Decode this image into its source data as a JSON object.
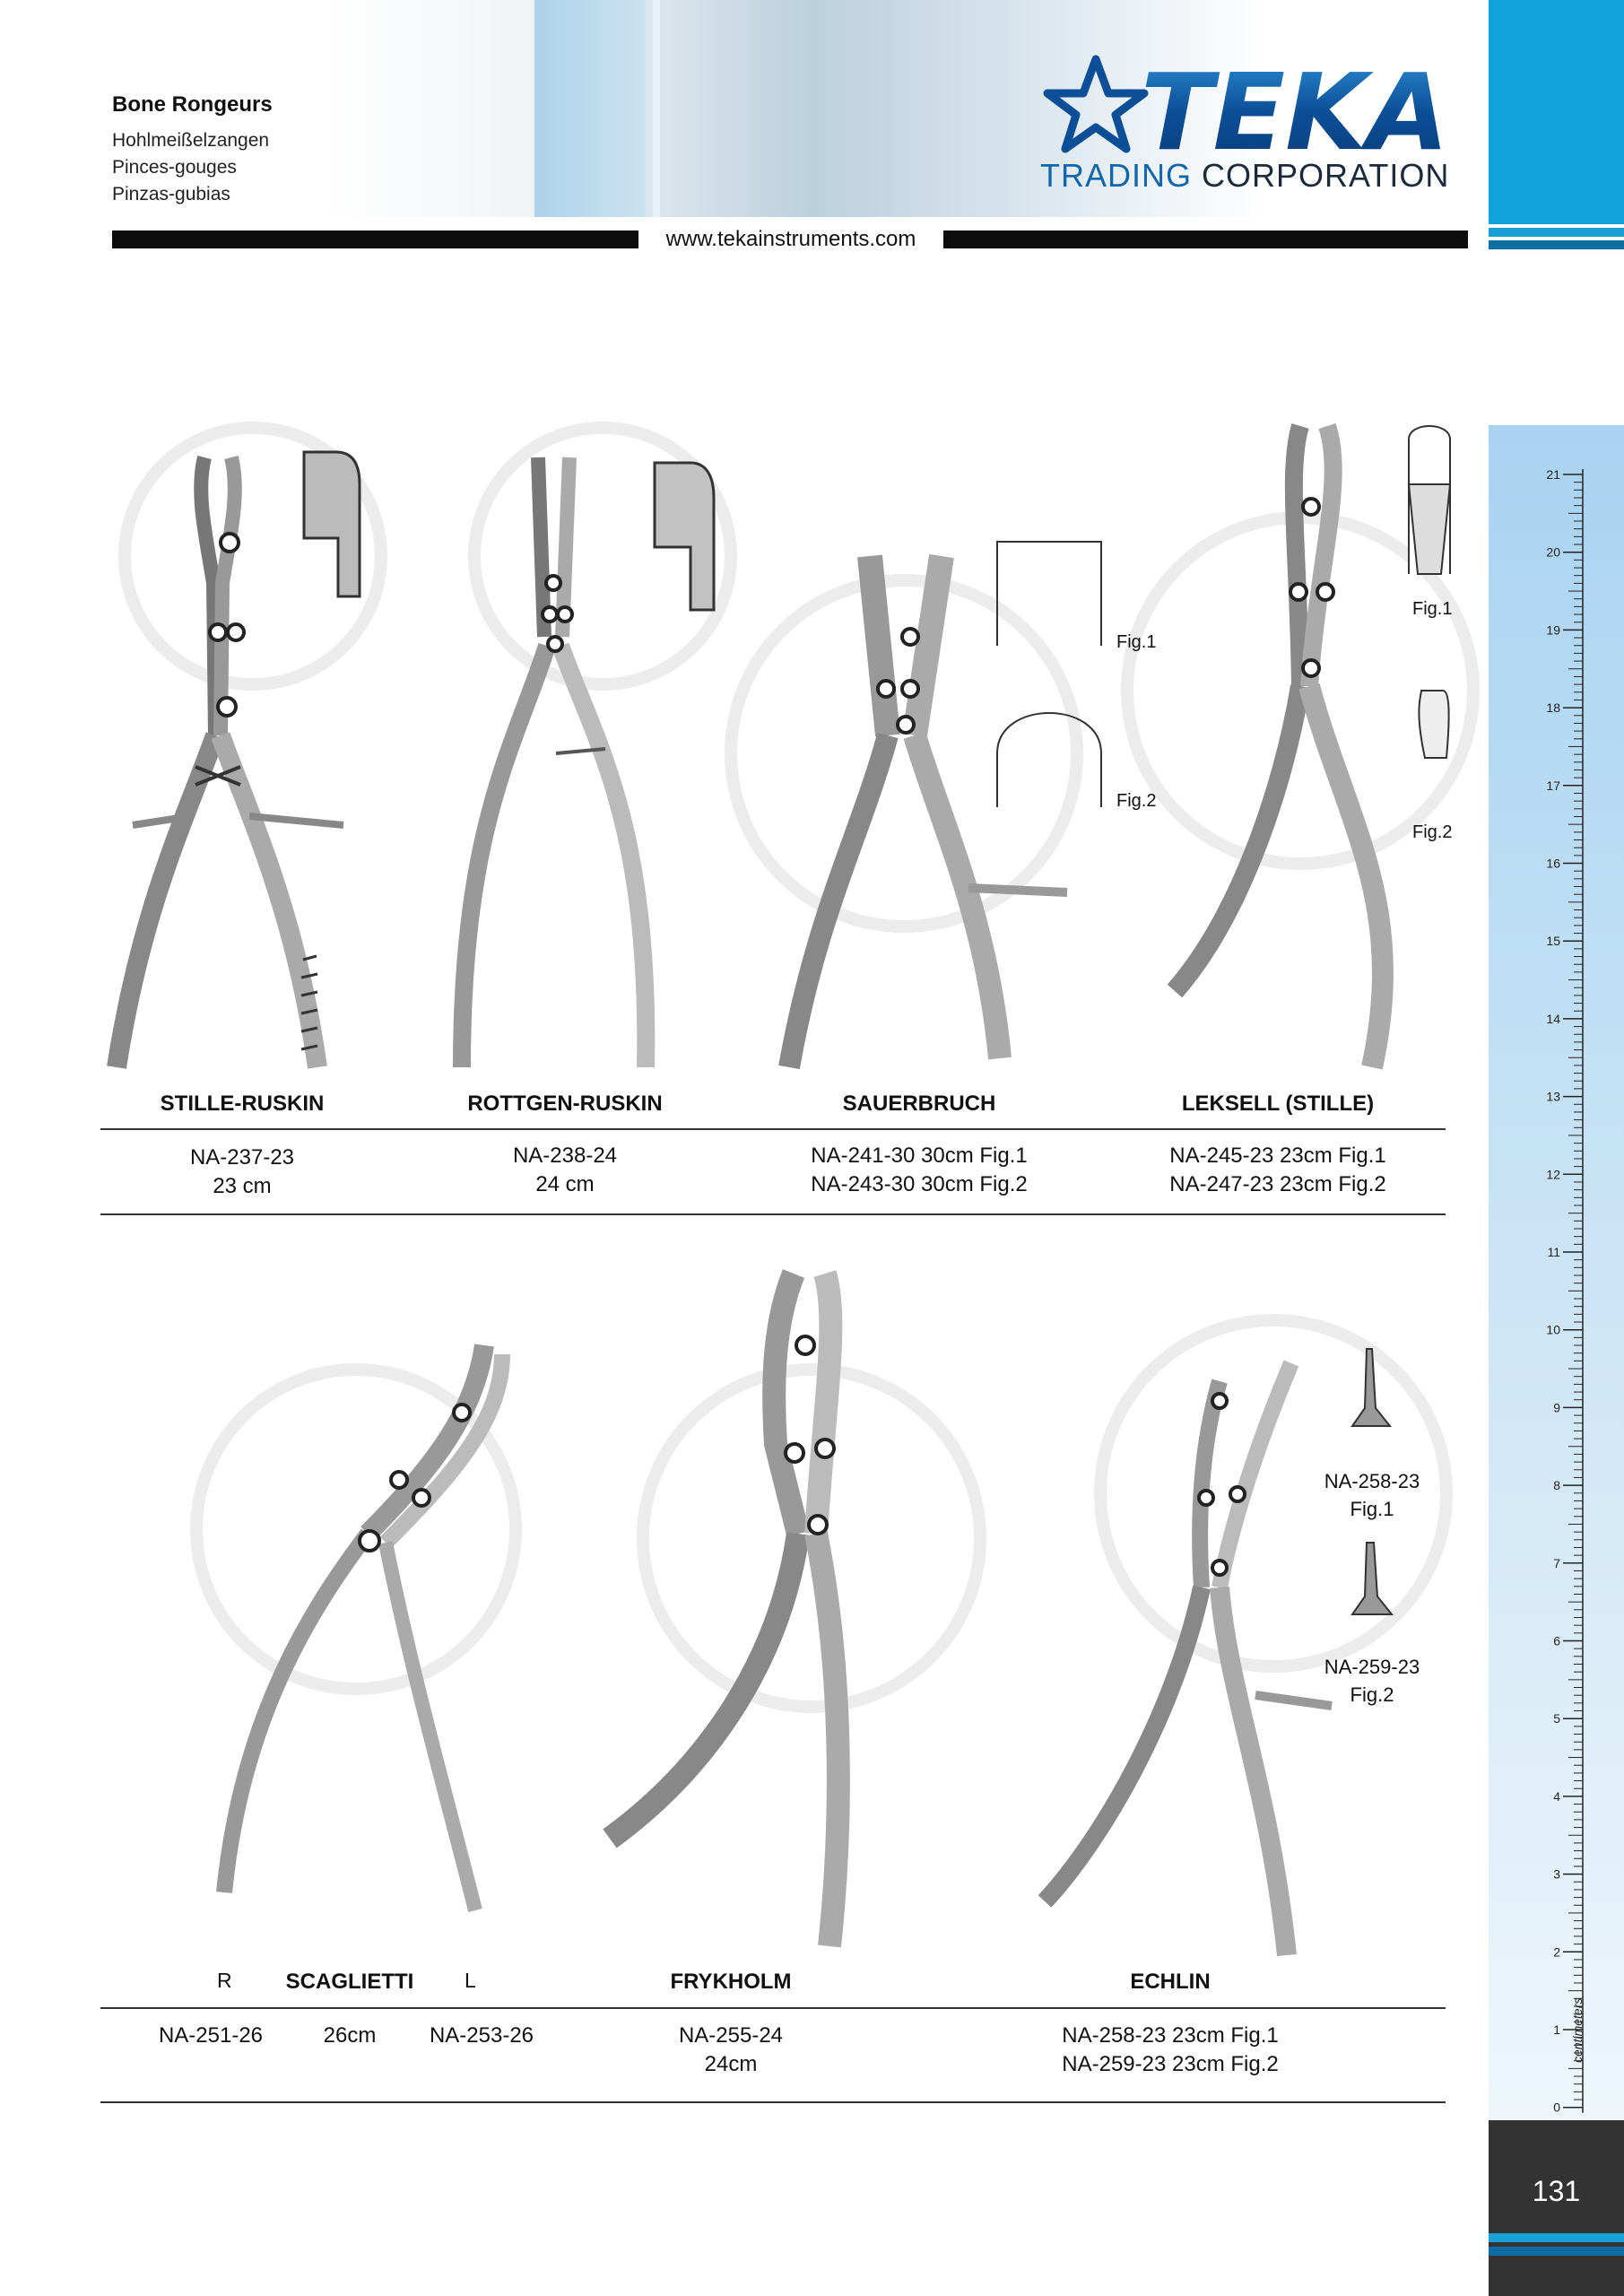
{
  "header": {
    "section_title": "Bone Rongeurs",
    "subtitles": [
      "Hohlmeißelzangen",
      "Pinces-gouges",
      "Pinzas-gubias"
    ],
    "logo_text": "TEKA",
    "logo_sub_1": "TRADING",
    "logo_sub_2": "CORPORATION",
    "website": "www.tekainstruments.com"
  },
  "colors": {
    "brand_blue": "#12a2dc",
    "logo_blue": "#0f66a8",
    "dark_bar": "#0c0c0c",
    "page_box": "#333333"
  },
  "row1": [
    {
      "name": "STILLE-RUSKIN",
      "codes": [
        "NA-237-23",
        "23   cm"
      ]
    },
    {
      "name": "ROTTGEN-RUSKIN",
      "codes": [
        "NA-238-24",
        "24 cm"
      ]
    },
    {
      "name": "SAUERBRUCH",
      "codes": [
        "NA-241-30  30cm  Fig.1",
        "NA-243-30  30cm  Fig.2"
      ],
      "figs": [
        "Fig.1",
        "Fig.2"
      ]
    },
    {
      "name": "LEKSELL  (STILLE)",
      "codes": [
        "NA-245-23  23cm  Fig.1",
        "NA-247-23  23cm  Fig.2"
      ],
      "figs": [
        "Fig.1",
        "Fig.2"
      ]
    }
  ],
  "row2": {
    "scaglietti": {
      "name": "SCAGLIETTI",
      "r": "R",
      "l": "L",
      "code_r": "NA-251-26",
      "size": "26cm",
      "code_l": "NA-253-26"
    },
    "frykholm": {
      "name": "FRYKHOLM",
      "codes": [
        "NA-255-24",
        "24cm"
      ]
    },
    "echlin": {
      "name": "ECHLIN",
      "codes": [
        "NA-258-23  23cm  Fig.1",
        "NA-259-23  23cm  Fig.2"
      ],
      "fig1": [
        "NA-258-23",
        "Fig.1"
      ],
      "fig2": [
        "NA-259-23",
        "Fig.2"
      ]
    }
  },
  "ruler": {
    "unit_label": "centimeters",
    "ticks": [
      "21",
      "20",
      "19",
      "18",
      "17",
      "16",
      "15",
      "14",
      "13",
      "12",
      "11",
      "10",
      "9",
      "8",
      "7",
      "6",
      "5",
      "4",
      "3",
      "2",
      "1",
      "0"
    ]
  },
  "page_number": "131"
}
